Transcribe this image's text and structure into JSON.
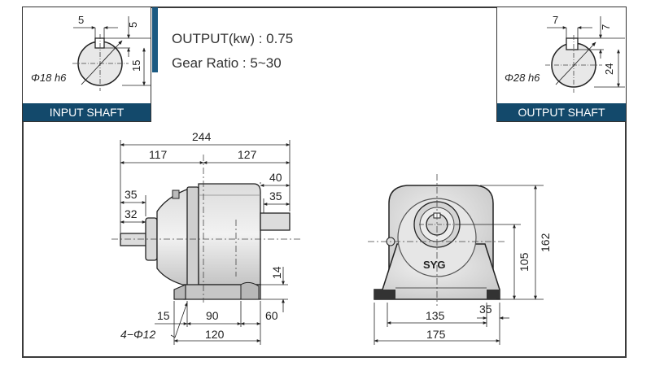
{
  "header": {
    "output": "OUTPUT(kw) : 0.75",
    "gear_ratio": "Gear Ratio : 5~30"
  },
  "input_shaft": {
    "label": "INPUT SHAFT",
    "diameter": "Φ18 h6",
    "key_width": "5",
    "key_depth": "5",
    "height": "15"
  },
  "output_shaft": {
    "label": "OUTPUT SHAFT",
    "diameter": "Φ28 h6",
    "key_width": "7",
    "key_depth": "7",
    "height": "24"
  },
  "side_view": {
    "overall_length": "244",
    "left_length": "117",
    "right_length": "127",
    "input_shaft_length": "35",
    "input_key_length": "32",
    "output_shaft_length": "40",
    "output_key_length": "35",
    "foot_thickness": "14",
    "bolt_offset": "15",
    "bolt_spacing": "90",
    "foot_overhang": "60",
    "foot_length": "120",
    "bolt_holes": "4−Φ12"
  },
  "front_view": {
    "logo": "SYG",
    "overall_height": "162",
    "shaft_height": "105",
    "bolt_spacing": "135",
    "foot_edge": "35",
    "overall_width": "175"
  }
}
